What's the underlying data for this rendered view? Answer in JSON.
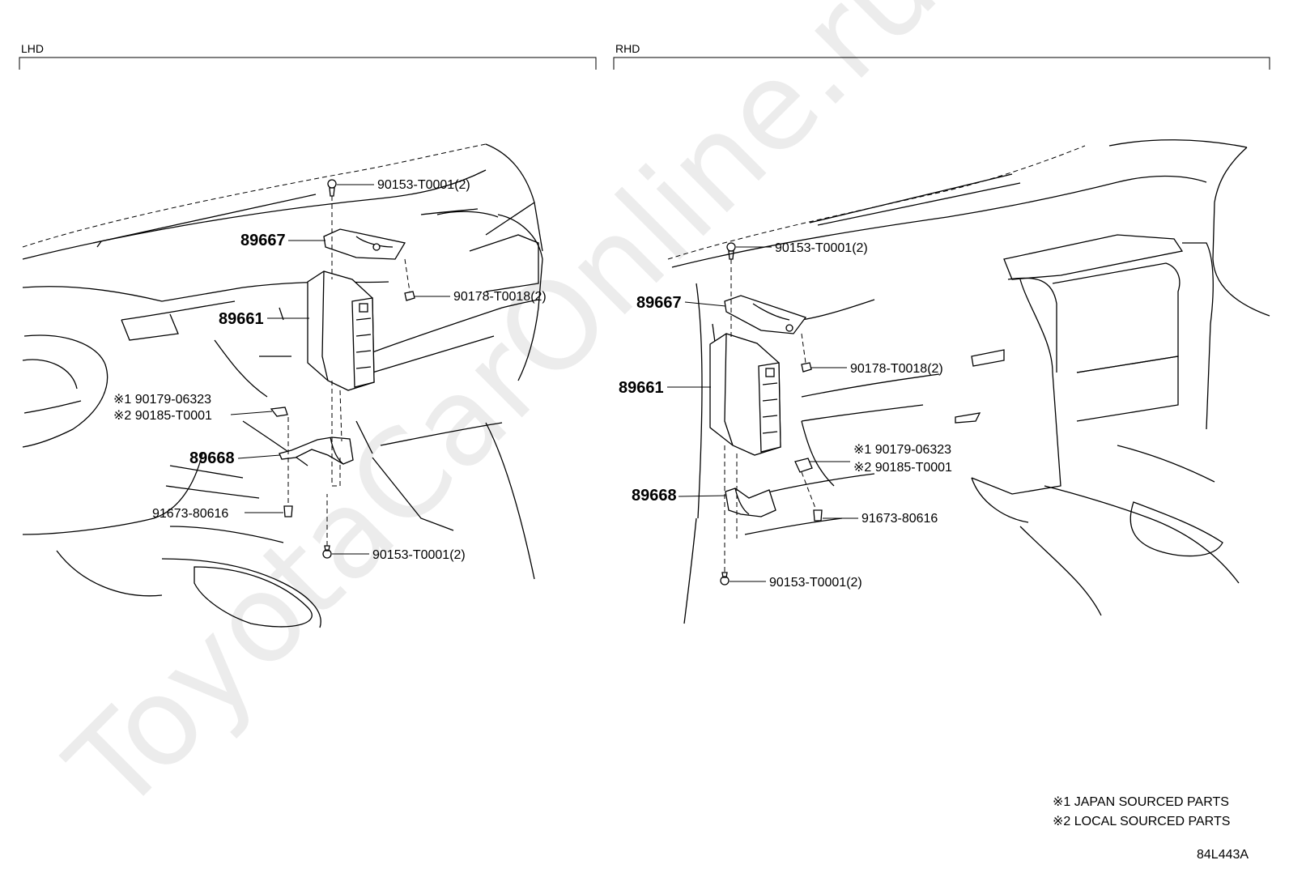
{
  "sections": {
    "lhd_label": "LHD",
    "rhd_label": "RHD"
  },
  "watermark": "ToyotaCarOnline.ru",
  "lhd": {
    "ecu": "89661",
    "bracket_upper": "89667",
    "bracket_lower": "89668",
    "screw_top": "90153-T0001(2)",
    "nut": "90178-T0018(2)",
    "clip_japan": "※1 90179-06323",
    "clip_local": "※2 90185-T0001",
    "bolt": "91673-80616",
    "screw_bottom": "90153-T0001(2)"
  },
  "rhd": {
    "ecu": "89661",
    "bracket_upper": "89667",
    "bracket_lower": "89668",
    "screw_top": "90153-T0001(2)",
    "nut": "90178-T0018(2)",
    "clip_japan": "※1 90179-06323",
    "clip_local": "※2 90185-T0001",
    "bolt": "91673-80616",
    "screw_bottom": "90153-T0001(2)"
  },
  "legend": {
    "note1": "※1 JAPAN SOURCED PARTS",
    "note2": "※2 LOCAL SOURCED PARTS"
  },
  "figure_code": "84L443A"
}
